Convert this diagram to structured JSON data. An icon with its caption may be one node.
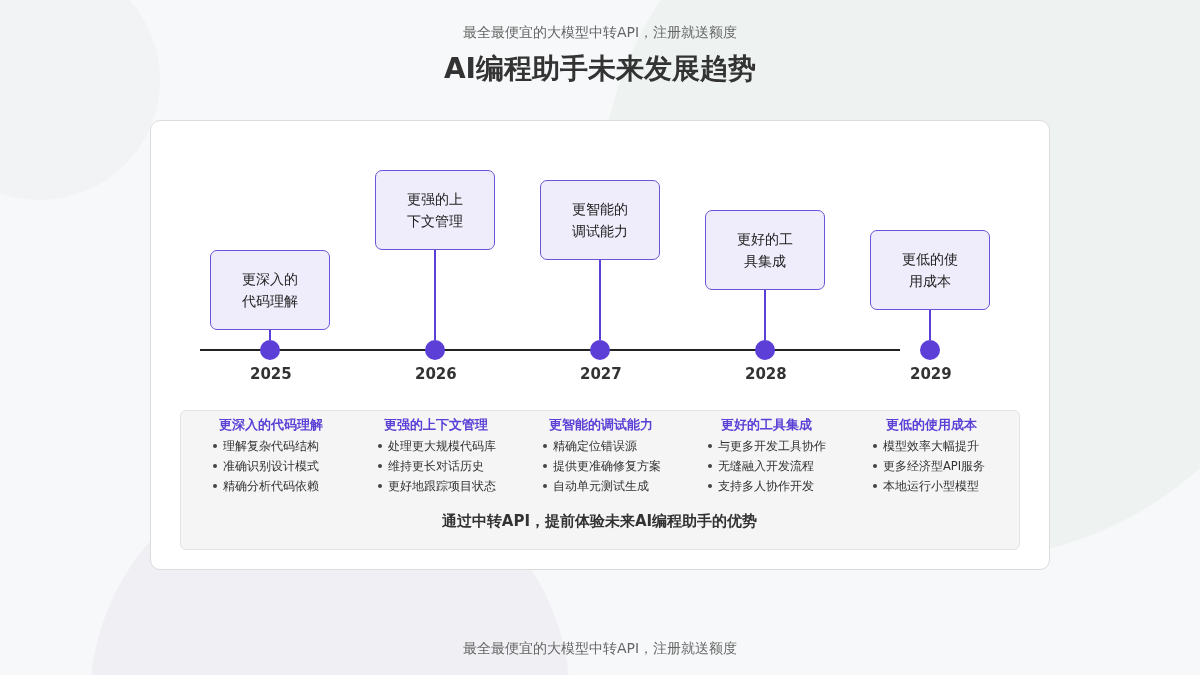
{
  "diagram": {
    "title": "AI编程助手未来发展趋势",
    "nodes": [
      {
        "text": [
          "更深入的代码理解"
        ]
      },
      {
        "text": [
          "更强的上下文管理"
        ]
      },
      {
        "text": [
          "更智能的调试能力"
        ]
      },
      {
        "text": [
          "更好的工具集成"
        ]
      },
      {
        "text": [
          "更低的使用成本"
        ]
      },
      {
        "text": [],
        "shape": "circle",
        "beside": [
          "2025"
        ]
      },
      {
        "text": [],
        "shape": "circle",
        "beside": [
          "2026"
        ]
      },
      {
        "text": [],
        "shape": "circle",
        "beside": [
          "2027"
        ]
      },
      {
        "text": [],
        "shape": "circle",
        "beside": [
          "2028"
        ]
      },
      {
        "text": [],
        "shape": "circle",
        "beside": [
          "2029"
        ]
      },
      {
        "text": [
          "通过中转API，提前体验未来AI编程助手的优势"
        ]
      }
    ],
    "edges": [
      {
        "from": 0,
        "to": 5,
        "arrow": "none"
      },
      {
        "from": 1,
        "to": 6,
        "arrow": "none"
      },
      {
        "from": 2,
        "to": 7,
        "arrow": "none"
      },
      {
        "from": 3,
        "to": 8,
        "arrow": "none"
      },
      {
        "from": 4,
        "to": 9,
        "arrow": "none"
      }
    ],
    "labels": [
      "最全最便宜的大模型中转API，注册就送额度",
      "更深入的代码理解",
      "理解复杂代码结构",
      "准确识别设计模式",
      "精确分析代码依赖",
      "更强的上下文管理",
      "处理更大规模代码库",
      "维持更长对话历史",
      "更好地跟踪项目状态",
      "更智能的调试能力",
      "精确定位错误源",
      "提供更准确修复方案",
      "自动单元测试生成",
      "更好的工具集成",
      "与更多开发工具协作",
      "无缝融入开发流程",
      "支持多人协作开发",
      "更低的使用成本",
      "模型效率大幅提升",
      "更多经济型API服务",
      "本地运行小型模型",
      "最全最便宜的大模型中转API，注册就送额度"
    ]
  }
}
